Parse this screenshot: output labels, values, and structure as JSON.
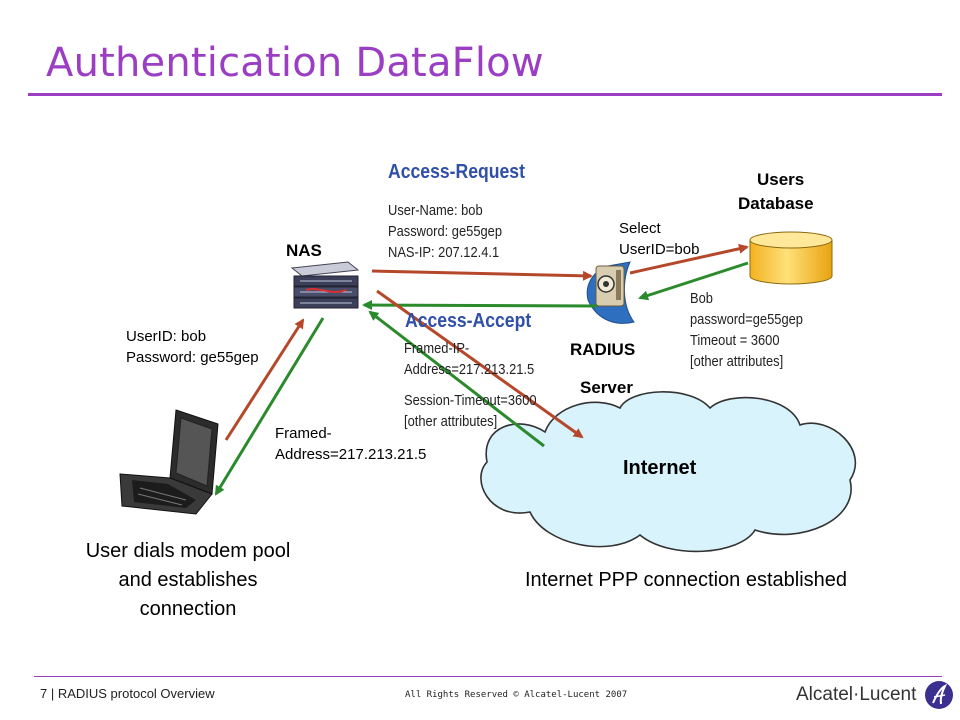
{
  "title": "Authentication DataFlow",
  "nodes": {
    "nas": "NAS",
    "radius": "RADIUS",
    "server": "Server",
    "users_db_line1": "Users",
    "users_db_line2": "Database",
    "internet": "Internet"
  },
  "user_credentials": [
    "UserID: bob",
    "Password: ge55gep"
  ],
  "framed_address": [
    "Framed-",
    "Address=217.213.21.5"
  ],
  "access_request": {
    "heading": "Access-Request",
    "lines": [
      "User-Name: bob",
      "Password: ge55gep",
      "NAS-IP: 207.12.4.1"
    ]
  },
  "access_accept": {
    "heading": "Access-Accept",
    "lines": [
      "Framed-IP-",
      "Address=217.213.21.5",
      "Session-Timeout=3600",
      "[other attributes]"
    ]
  },
  "select_query": [
    "Select",
    "UserID=bob"
  ],
  "db_response": [
    "Bob",
    "password=ge55gep",
    "Timeout = 3600",
    "[other attributes]"
  ],
  "captions": {
    "user": [
      "User dials modem pool",
      "and establishes",
      "connection"
    ],
    "internet": "Internet PPP connection established"
  },
  "footer": {
    "page": "7 | RADIUS protocol Overview",
    "copyright": "All Rights Reserved © Alcatel-Lucent 2007",
    "brand": "Alcatel·Lucent"
  },
  "colors": {
    "title": "#9b3ec4",
    "request_arrow": "#b5482a",
    "accept_arrow": "#2b8a2b",
    "heading_blue": "#2f4fa8",
    "cloud_fill": "#d8f3fb",
    "db_fill": "#f7c640"
  },
  "icons": [
    "nas-rack-icon",
    "radius-server-icon",
    "database-icon",
    "laptop-icon",
    "cloud-icon",
    "alcatel-lucent-logo-icon"
  ]
}
